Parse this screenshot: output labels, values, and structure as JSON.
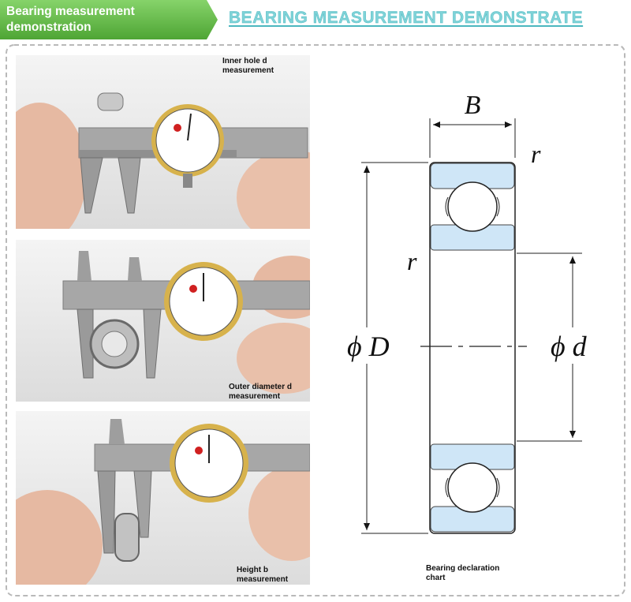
{
  "header": {
    "tag_line1": "Bearing measurement",
    "tag_line2": "demonstration",
    "title": "BEARING  MEASUREMENT  DEMONSTRATE"
  },
  "photos": [
    {
      "caption_line1": "Inner hole d",
      "caption_line2": "measurement"
    },
    {
      "caption_line1": "Outer diameter d",
      "caption_line2": "measurement"
    },
    {
      "caption_line1": "Height b",
      "caption_line2": "measurement"
    }
  ],
  "chart": {
    "label_B": "B",
    "label_r_top": "r",
    "label_r_mid": "r",
    "label_D": "ϕ D",
    "label_d": "ϕ d",
    "caption_line1": "Bearing declaration",
    "caption_line2": "chart"
  },
  "colors": {
    "tag_green": "#6cbf4f",
    "title_teal": "#7fd3d8",
    "race_fill": "#cfe6f7",
    "frame_dash": "#b9b9b9"
  }
}
